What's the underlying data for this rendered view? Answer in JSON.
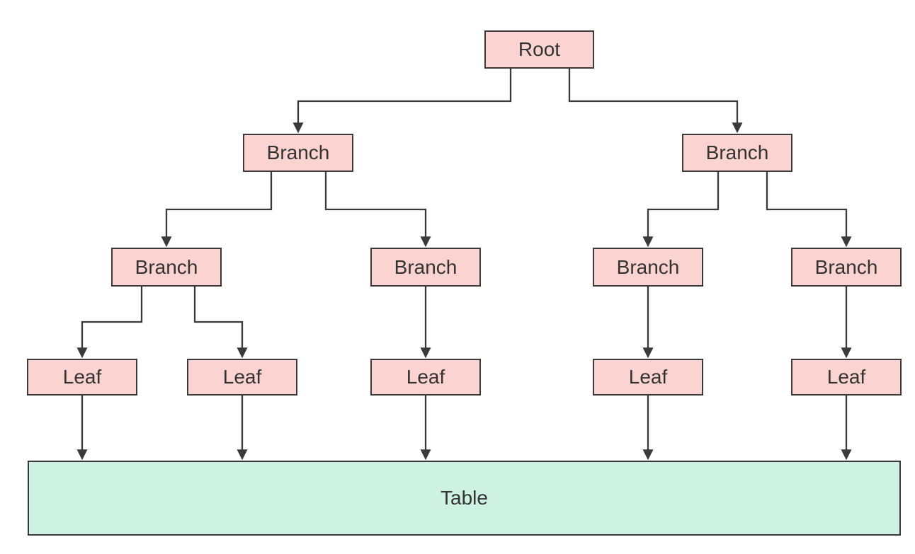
{
  "diagram": {
    "type": "tree",
    "nodes": {
      "root": {
        "label": "Root",
        "level": 1
      },
      "branch_l2_left": {
        "label": "Branch",
        "level": 2
      },
      "branch_l2_right": {
        "label": "Branch",
        "level": 2
      },
      "branch_l3_1": {
        "label": "Branch",
        "level": 3
      },
      "branch_l3_2": {
        "label": "Branch",
        "level": 3
      },
      "branch_l3_3": {
        "label": "Branch",
        "level": 3
      },
      "branch_l3_4": {
        "label": "Branch",
        "level": 3
      },
      "leaf_1": {
        "label": "Leaf",
        "level": 4
      },
      "leaf_2": {
        "label": "Leaf",
        "level": 4
      },
      "leaf_3": {
        "label": "Leaf",
        "level": 4
      },
      "leaf_4": {
        "label": "Leaf",
        "level": 4
      },
      "leaf_5": {
        "label": "Leaf",
        "level": 4
      },
      "table": {
        "label": "Table",
        "level": 5
      }
    },
    "edges": [
      {
        "from": "root",
        "to": "branch_l2_left"
      },
      {
        "from": "root",
        "to": "branch_l2_right"
      },
      {
        "from": "branch_l2_left",
        "to": "branch_l3_1"
      },
      {
        "from": "branch_l2_left",
        "to": "branch_l3_2"
      },
      {
        "from": "branch_l2_right",
        "to": "branch_l3_3"
      },
      {
        "from": "branch_l2_right",
        "to": "branch_l3_4"
      },
      {
        "from": "branch_l3_1",
        "to": "leaf_1"
      },
      {
        "from": "branch_l3_1",
        "to": "leaf_2"
      },
      {
        "from": "branch_l3_2",
        "to": "leaf_3"
      },
      {
        "from": "branch_l3_3",
        "to": "leaf_4"
      },
      {
        "from": "branch_l3_4",
        "to": "leaf_5"
      },
      {
        "from": "leaf_1",
        "to": "table"
      },
      {
        "from": "leaf_2",
        "to": "table"
      },
      {
        "from": "leaf_3",
        "to": "table"
      },
      {
        "from": "leaf_4",
        "to": "table"
      },
      {
        "from": "leaf_5",
        "to": "table"
      }
    ],
    "colors": {
      "node_fill": "#FBD3D0",
      "node_border": "#3A3A3A",
      "table_fill": "#CDF2E3",
      "table_border": "#3A3A3A",
      "connector": "#3A3A3A",
      "text": "#333333",
      "background": "#FFFFFF"
    }
  }
}
